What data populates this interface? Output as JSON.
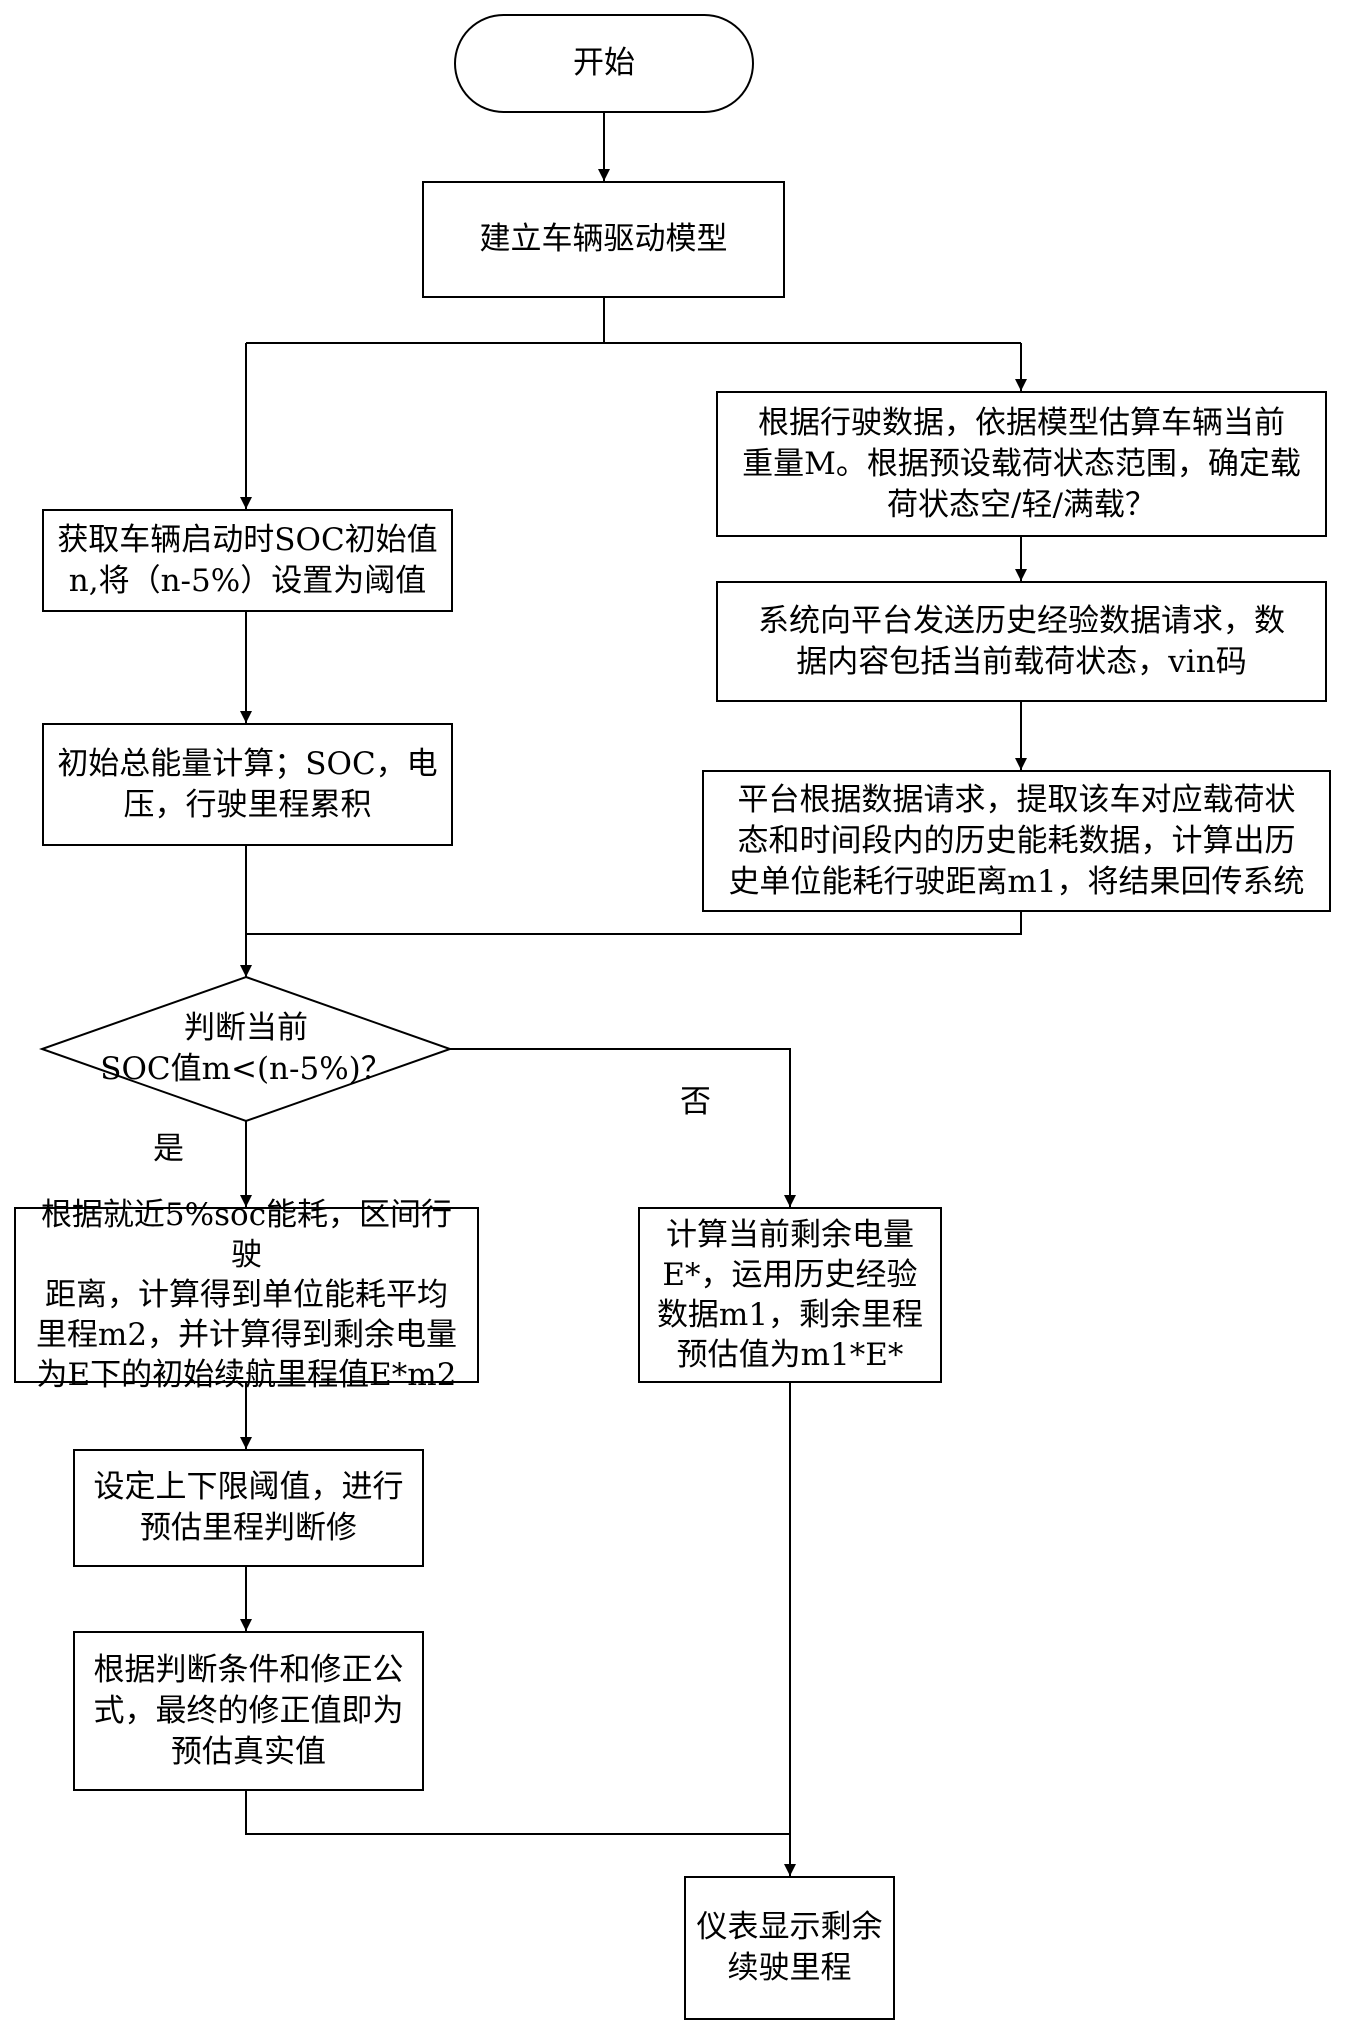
{
  "start": {
    "label": "开始"
  },
  "build_model": {
    "label": "建立车辆驱动模型"
  },
  "estimate_weight": {
    "lines": [
      "根据行驶数据，依据模型估算车辆当前",
      "重量M。根据预设载荷状态范围，确定载",
      "荷状态空/轻/满载？"
    ]
  },
  "get_soc": {
    "lines": [
      "获取车辆启动时SOC初始值",
      "n,将（n-5%）设置为阈值"
    ]
  },
  "send_request": {
    "lines": [
      "系统向平台发送历史经验数据请求，数",
      "据内容包括当前载荷状态，vin码"
    ]
  },
  "initial_energy": {
    "lines": [
      "初始总能量计算；SOC，电",
      "压，行驶里程累积"
    ]
  },
  "platform_compute": {
    "lines": [
      "平台根据数据请求，提取该车对应载荷状",
      "态和时间段内的历史能耗数据，计算出历",
      "史单位能耗行驶距离m1，将结果回传系统"
    ]
  },
  "decision": {
    "lines": [
      "判断当前",
      "SOC值m<(n-5%)？"
    ]
  },
  "branch_labels": {
    "yes": "是",
    "no": "否"
  },
  "recent_consumption": {
    "lines": [
      "根据就近5%soc能耗，区间行驶",
      "距离，计算得到单位能耗平均",
      "里程m2，并计算得到剩余电量",
      "为E下的初始续航里程值E*m2"
    ]
  },
  "history_estimate": {
    "lines": [
      "计算当前剩余电量",
      "E*，运用历史经验",
      "数据m1，剩余里程",
      "预估值为m1*E*"
    ]
  },
  "set_limits": {
    "lines": [
      "设定上下限阈值，进行",
      "预估里程判断修"
    ]
  },
  "final_correction": {
    "lines": [
      "根据判断条件和修正公",
      "式，最终的修正值即为",
      "预估真实值"
    ]
  },
  "display": {
    "lines": [
      "仪表显示剩余",
      "续驶里程"
    ]
  }
}
